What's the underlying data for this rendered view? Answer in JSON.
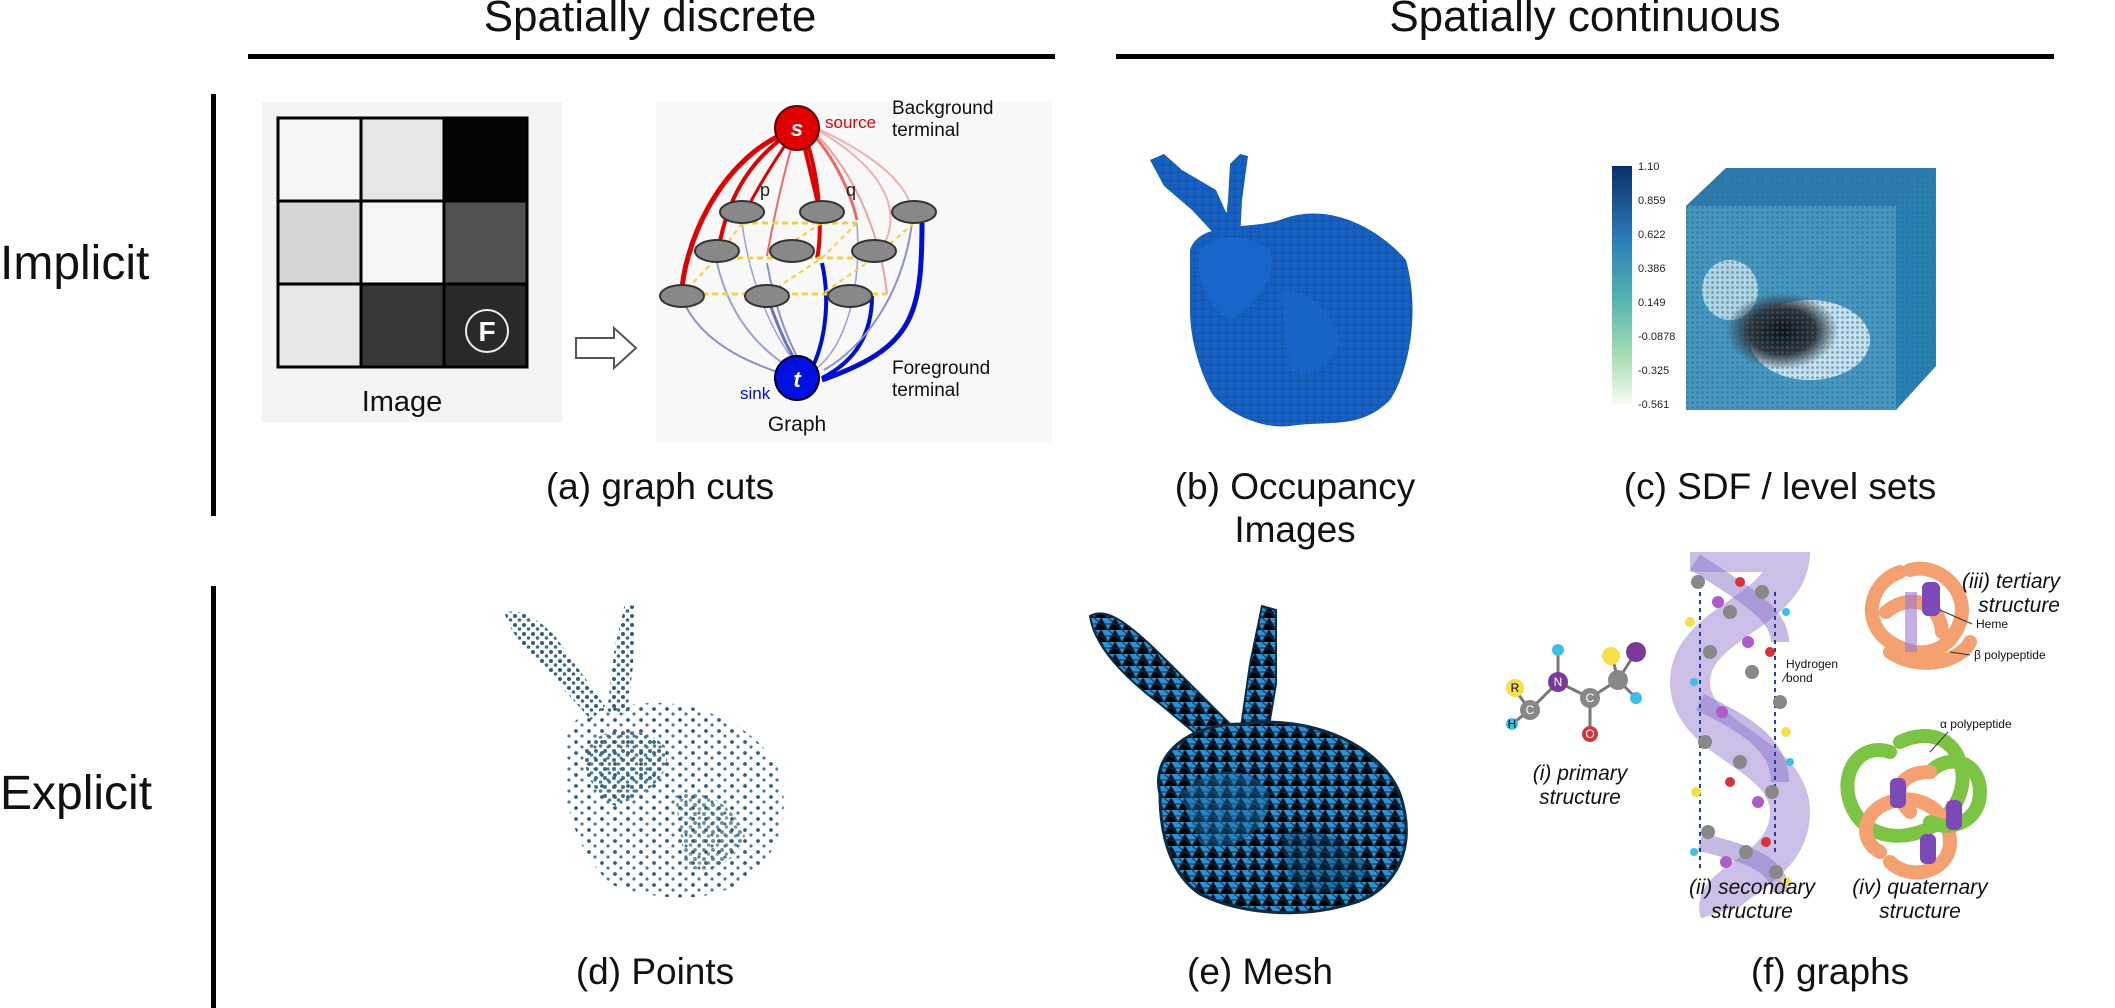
{
  "header": {
    "left": "Spatially discrete",
    "right": "Spatially continuous"
  },
  "rows": {
    "implicit": "Implicit",
    "explicit": "Explicit"
  },
  "panel_a": {
    "caption": "(a) graph cuts",
    "image_label": "Image",
    "f_label": "F",
    "source_node": "s",
    "source_label": "source",
    "sink_node": "t",
    "sink_label": "sink",
    "node_p": "p",
    "node_q": "q",
    "background_terminal": "Background\nterminal",
    "foreground_terminal": "Foreground\nterminal",
    "graph_label": "Graph",
    "grid_levels": [
      0.96,
      0.9,
      0.02,
      0.84,
      0.96,
      0.32,
      0.9,
      0.22,
      0.16
    ]
  },
  "panel_b": {
    "caption": "(b) Occupancy\nImages"
  },
  "panel_c": {
    "caption": "(c) SDF / level sets",
    "colorbar_ticks": [
      "1.10",
      "0.859",
      "0.622",
      "0.386",
      "0.149",
      "-0.0878",
      "-0.325",
      "-0.561"
    ]
  },
  "panel_d": {
    "caption": "(d) Points"
  },
  "panel_e": {
    "caption": "(e) Mesh"
  },
  "panel_f": {
    "caption": "(f) graphs",
    "primary": "(i) primary\nstructure",
    "secondary": "(ii) secondary\nstructure",
    "tertiary": "(iii) tertiary\nstructure",
    "quaternary": "(iv) quaternary\nstructure",
    "hydrogen_bond": "Hydrogen\nbond",
    "heme": "Heme",
    "beta_polypeptide": "β polypeptide",
    "alpha_polypeptide": "α polypeptide",
    "atom_r": "R",
    "atom_c": "C",
    "atom_h": "H",
    "atom_n": "N",
    "atom_o": "O"
  }
}
